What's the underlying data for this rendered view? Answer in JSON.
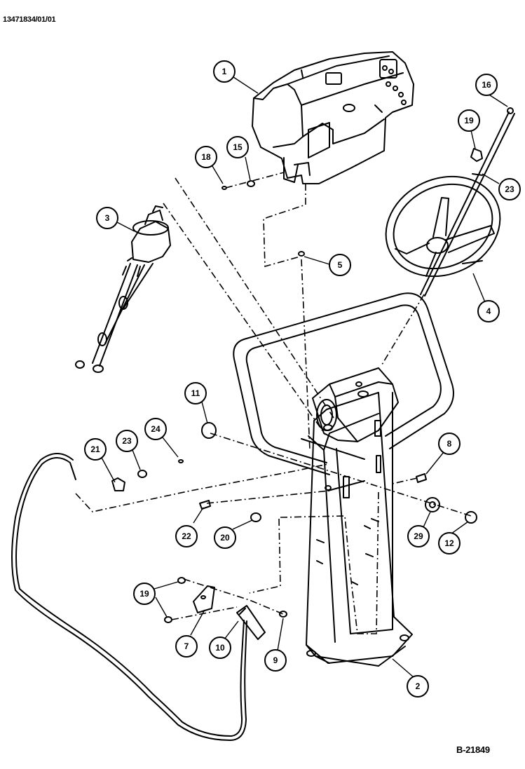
{
  "drawing": {
    "top_reference": "13471834/01/01",
    "bottom_reference": "B-21849"
  },
  "callouts": {
    "c1": "1",
    "c15": "15",
    "c18": "18",
    "c3": "3",
    "c5": "5",
    "c16": "16",
    "c19a": "19",
    "c23a": "23",
    "c4": "4",
    "c11": "11",
    "c21": "21",
    "c23b": "23",
    "c24": "24",
    "c8": "8",
    "c22": "22",
    "c20": "20",
    "c29": "29",
    "c12": "12",
    "c19b": "19",
    "c7": "7",
    "c10": "10",
    "c9": "9",
    "c2": "2"
  }
}
